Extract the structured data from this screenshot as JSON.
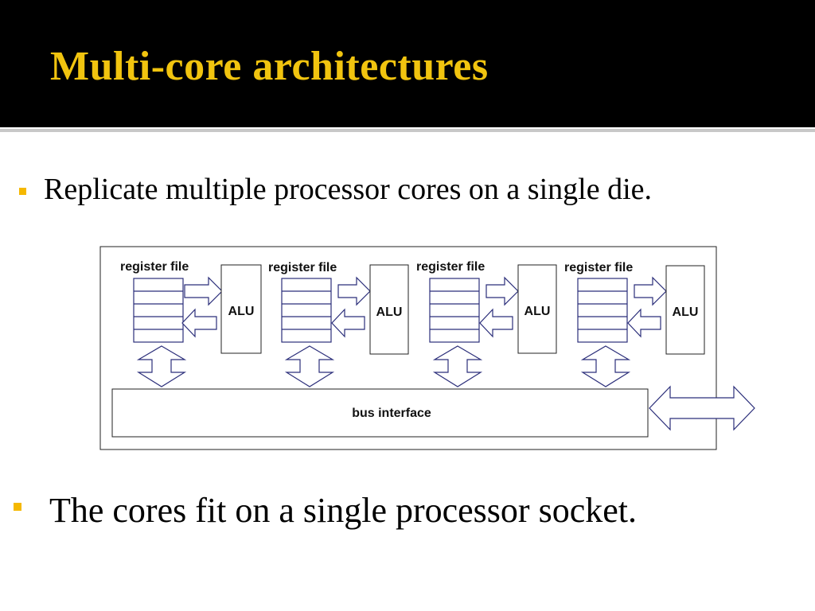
{
  "slide": {
    "title": "Multi-core architectures",
    "bullets": [
      "Replicate multiple processor cores on a single die.",
      "The cores fit on a single processor socket."
    ]
  },
  "diagram": {
    "cores": [
      {
        "register_label": "register file",
        "alu_label": "ALU"
      },
      {
        "register_label": "register file",
        "alu_label": "ALU"
      },
      {
        "register_label": "register file",
        "alu_label": "ALU"
      },
      {
        "register_label": "register file",
        "alu_label": "ALU"
      }
    ],
    "bus_label": "bus interface",
    "colors": {
      "title": "#f1c40f",
      "bullet_marker": "#f5b800",
      "arrow_stroke": "#2b2e7a"
    }
  }
}
